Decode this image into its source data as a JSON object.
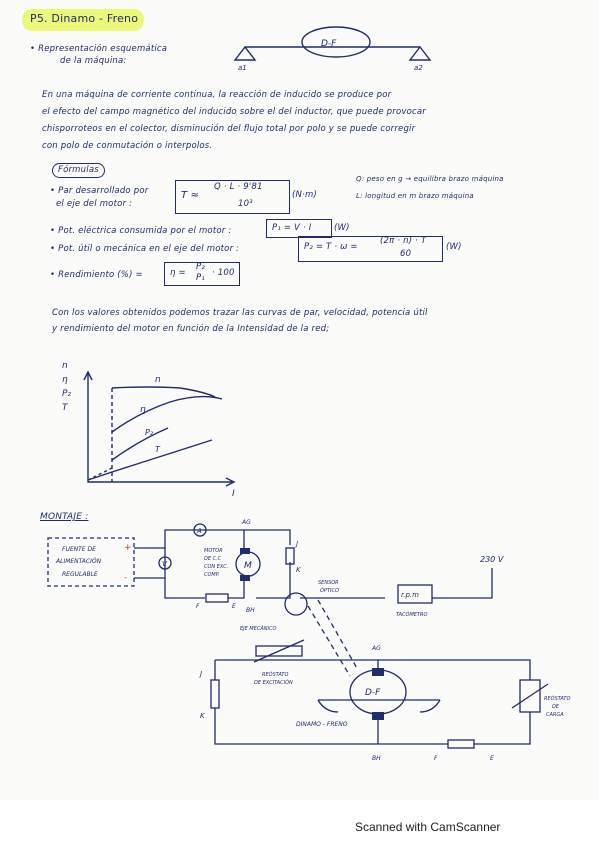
{
  "title": "P5. Dinamo - Freno",
  "repr_label": [
    "• Representación esquemática",
    "de la máquina:"
  ],
  "df_label": "D-F",
  "a1": "a1",
  "a2": "a2",
  "intro": [
    "En una máquina de corriente continua, la reacción de inducido se produce por",
    "el efecto del campo magnético del inducido sobre el del inductor, que puede provocar",
    "chisporroteos en el colector, disminución del flujo total por polo y se puede corregir",
    "con polo de conmutación o interpolos."
  ],
  "formulas_label": "Fórmulas",
  "par_text": [
    "• Par desarrollado por",
    "el eje del motor :"
  ],
  "par_formula": {
    "lhs": "T ≈",
    "num": "Q · L · 9'81",
    "den": "10³",
    "unit": "(N·m)"
  },
  "legend_q": "Q: peso en g → equilibra brazo máquina",
  "legend_l": "L: longitud en m brazo máquina",
  "p1_text": "• Pot. eléctrica consumida por el motor :",
  "p1_formula": "P₁ = V · I",
  "p1_unit": "(W)",
  "p2_text": "• Pot. útil o mecánica en el eje del motor :",
  "p2_formula": {
    "lhs": "P₂ = T · ω =",
    "num": "(2π · n) · T",
    "den": "60"
  },
  "p2_unit": "(W)",
  "eta_text": "• Rendimiento (%) =",
  "eta_formula": {
    "lhs": "η =",
    "num": "P₂",
    "den": "P₁",
    "rhs": "· 100"
  },
  "curves_text": [
    "Con los valores obtenidos podemos trazar las curvas de par, velocidad, potencia útil",
    "y rendimiento del motor en función de la Intensidad de la red;"
  ],
  "graph": {
    "y_labels": [
      "n",
      "η",
      "P₂",
      "T"
    ],
    "x_label": "I",
    "curves": [
      "n",
      "η",
      "P₂",
      "T"
    ]
  },
  "montaje": "MONTAJE :",
  "circuit": {
    "source": [
      "FUENTE DE",
      "ALIMENTACIÓN",
      "REGULABLE"
    ],
    "plus": "+",
    "minus": "-",
    "ammeter": "A",
    "voltmeter": "V",
    "motor_desc": [
      "MOTOR",
      "DE C.C",
      "CON EXC.",
      "COMP."
    ],
    "motor": "M",
    "ag": "AG",
    "bh": "BH",
    "j": "J",
    "k": "K",
    "f": "F",
    "e": "E",
    "sensor": [
      "SENSOR",
      "ÓPTICO"
    ],
    "rpm": "r.p.m",
    "tacometro": "TACÓMETRO",
    "voltage": "230 V",
    "eje": "EJE MECÁNICO",
    "reostato_exc": [
      "REÓSTATO",
      "DE EXCITACIÓN"
    ],
    "df": "D-F",
    "dinamo": "DINAMO - FRENO",
    "reostato_carga": [
      "REÓSTATO",
      "DE",
      "CARGA"
    ]
  },
  "footer": "Scanned with CamScanner"
}
